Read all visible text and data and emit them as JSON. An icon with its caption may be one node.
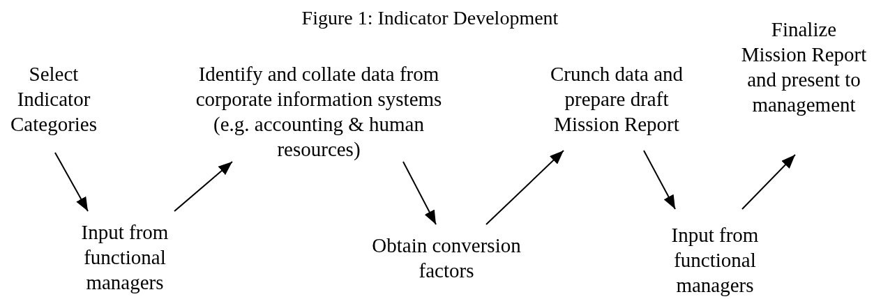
{
  "diagram": {
    "title": "Figure 1:  Indicator Development",
    "nodes": [
      {
        "text": [
          "Select Indicator Categories"
        ]
      },
      {
        "text": [
          "Input from functional managers"
        ]
      },
      {
        "text": [
          "Identify and collate data from corporate information systems (e.g. accounting & human resources)"
        ]
      },
      {
        "text": [
          "Obtain conversion factors"
        ]
      },
      {
        "text": [
          "Crunch data and prepare draft Mission Report"
        ]
      },
      {
        "text": [
          "Input from functional managers"
        ]
      },
      {
        "text": [
          "Finalize Mission Report and present to management"
        ]
      }
    ],
    "edges": [
      {
        "from": 0,
        "to": 1,
        "arrow": "to"
      },
      {
        "from": 1,
        "to": 2,
        "arrow": "to"
      },
      {
        "from": 2,
        "to": 3,
        "arrow": "to"
      },
      {
        "from": 3,
        "to": 4,
        "arrow": "to"
      },
      {
        "from": 4,
        "to": 5,
        "arrow": "to"
      },
      {
        "from": 5,
        "to": 6,
        "arrow": "to"
      }
    ]
  }
}
